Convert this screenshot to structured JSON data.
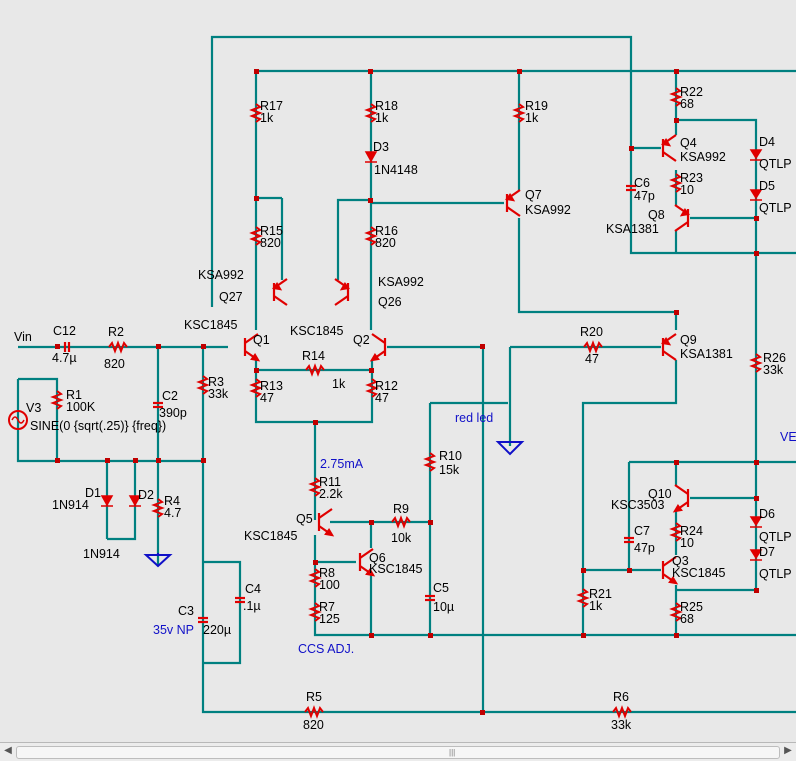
{
  "colors": {
    "wire": "#008080",
    "component": "#e00000",
    "label": "#000000",
    "note": "#1010c8",
    "ground": "#1010c8",
    "background": "#e8e8e8"
  },
  "labels": {
    "vin": "Vin",
    "c12": "C12",
    "c12_val": "4.7µ",
    "r2": "R2",
    "r2_val": "820",
    "r1": "R1",
    "r1_val": "100K",
    "v3": "V3",
    "v3_val": "SINE(0 {sqrt(.25)} {freq})",
    "c2": "C2",
    "c2_val": "390p",
    "r3": "R3",
    "r3_val": "33k",
    "d1": "D1",
    "d1_val": "1N914",
    "d2": "D2",
    "d2_val": "1N914",
    "r4": "R4",
    "r4_val": "4.7",
    "c3": "C3",
    "c3_val": "220µ",
    "c3_note": "35v NP",
    "c4": "C4",
    "c4_val": ".1µ",
    "r17": "R17",
    "r17_val": "1k",
    "r15": "R15",
    "r15_val": "820",
    "q27": "Q27",
    "q27_type": "KSA992",
    "q1": "Q1",
    "q1_type": "KSC1845",
    "r13": "R13",
    "r13_val": "47",
    "r14": "R14",
    "r14_val": "1k",
    "q2": "Q2",
    "q2_type": "KSC1845",
    "r12": "R12",
    "r12_val": "47",
    "r18": "R18",
    "r18_val": "1k",
    "d3": "D3",
    "d3_val": "1N4148",
    "r16": "R16",
    "r16_val": "820",
    "q26": "Q26",
    "q26_type": "KSA992",
    "current": "2.75mA",
    "r11": "R11",
    "r11_val": "2.2k",
    "q5": "Q5",
    "q5_type": "KSC1845",
    "r9": "R9",
    "r9_val": "10k",
    "q6": "Q6",
    "q6_type": "KSC1845",
    "r8": "R8",
    "r8_val": "100",
    "r7": "R7",
    "r7_val": "125",
    "c5": "C5",
    "c5_val": "10µ",
    "r10": "R10",
    "r10_val": "15k",
    "ccs_adj": "CCS ADJ.",
    "red_led": "red led",
    "r19": "R19",
    "r19_val": "1k",
    "q7": "Q7",
    "q7_type": "KSA992",
    "r20": "R20",
    "r20_val": "47",
    "q9": "Q9",
    "q9_type": "KSA1381",
    "r22": "R22",
    "r22_val": "68",
    "q4": "Q4",
    "q4_type": "KSA992",
    "c6": "C6",
    "c6_val": "47p",
    "r23": "R23",
    "r23_val": "10",
    "q8": "Q8",
    "q8_type": "KSA1381",
    "d4": "D4",
    "d4_val": "QTLP",
    "d5": "D5",
    "d5_val": "QTLP",
    "r26": "R26",
    "r26_val": "33k",
    "ve": "VE",
    "q10": "Q10",
    "q10_type": "KSC3503",
    "c7": "C7",
    "c7_val": "47p",
    "r24": "R24",
    "r24_val": "10",
    "q3": "Q3",
    "q3_type": "KSC1845",
    "r21": "R21",
    "r21_val": "1k",
    "r25": "R25",
    "r25_val": "68",
    "d6": "D6",
    "d6_val": "QTLP",
    "d7": "D7",
    "d7_val": "QTLP",
    "r5": "R5",
    "r5_val": "820",
    "r6": "R6",
    "r6_val": "33k"
  },
  "scrollbar": {
    "left_arrow": "◀",
    "right_arrow": "▶",
    "grip": "|||"
  }
}
